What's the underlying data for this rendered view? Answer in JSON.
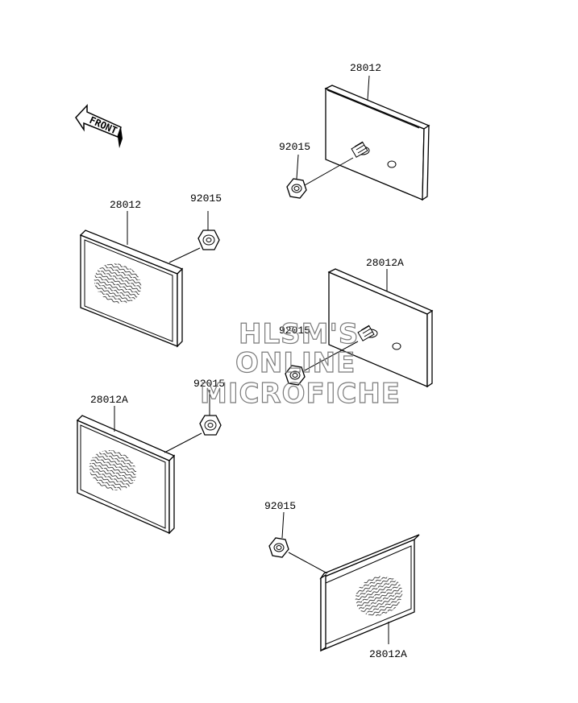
{
  "front_indicator": {
    "text": "FRONT",
    "icon": "front-arrow-icon"
  },
  "watermark": {
    "line1": "HLSM'S",
    "line2": "ONLINE",
    "line3": "MICROFICHE"
  },
  "callouts": [
    {
      "id": "c1",
      "text": "28012"
    },
    {
      "id": "c2",
      "text": "92015"
    },
    {
      "id": "c3",
      "text": "28012"
    },
    {
      "id": "c4",
      "text": "92015"
    },
    {
      "id": "c5",
      "text": "28012A"
    },
    {
      "id": "c6",
      "text": "92015"
    },
    {
      "id": "c7",
      "text": "92015"
    },
    {
      "id": "c8",
      "text": "28012A"
    },
    {
      "id": "c9",
      "text": "92015"
    },
    {
      "id": "c10",
      "text": "28012A"
    }
  ]
}
